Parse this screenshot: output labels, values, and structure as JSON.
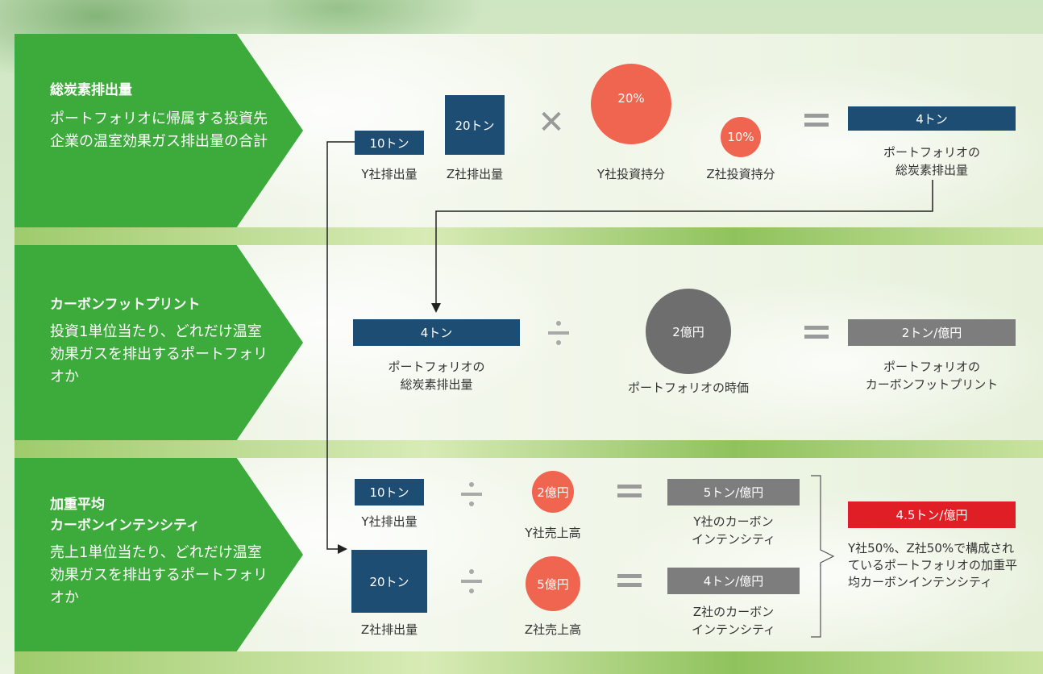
{
  "colors": {
    "chevron": "#3daa3c",
    "navy": "#1e4d73",
    "gray": "#7d7d7d",
    "red": "#e01e25",
    "coral": "#f0654f"
  },
  "section1": {
    "title": "総炭素排出量",
    "desc": "ポートフォリオに帰属する投資先企業の温室効果ガス排出量の合計",
    "y_emission": "10トン",
    "y_emission_label": "Y社排出量",
    "z_emission": "20トン",
    "z_emission_label": "Z社排出量",
    "multiply": "✕",
    "y_share": "20%",
    "y_share_label": "Y社投資持分",
    "z_share": "10%",
    "z_share_label": "Z社投資持分",
    "result": "4トン",
    "result_label_1": "ポートフォリオの",
    "result_label_2": "総炭素排出量"
  },
  "section2": {
    "title": "カーボンフットプリント",
    "desc": "投資1単位当たり、どれだけ温室効果ガスを排出するポートフォリオか",
    "emission": "4トン",
    "emission_label_1": "ポートフォリオの",
    "emission_label_2": "総炭素排出量",
    "market_value": "2億円",
    "market_value_label": "ポートフォリオの時価",
    "result": "2トン/億円",
    "result_label_1": "ポートフォリオの",
    "result_label_2": "カーボンフットプリント"
  },
  "section3": {
    "title_1": "加重平均",
    "title_2": "カーボンインテンシティ",
    "desc": "売上1単位当たり、どれだけ温室効果ガスを排出するポートフォリオか",
    "y_emission": "10トン",
    "y_emission_label": "Y社排出量",
    "y_sales": "2億円",
    "y_sales_label": "Y社売上高",
    "y_intensity": "5トン/億円",
    "y_intensity_label_1": "Y社のカーボン",
    "y_intensity_label_2": "インテンシティ",
    "z_emission": "20トン",
    "z_emission_label": "Z社排出量",
    "z_sales": "5億円",
    "z_sales_label": "Z社売上高",
    "z_intensity": "4トン/億円",
    "z_intensity_label_1": "Z社のカーボン",
    "z_intensity_label_2": "インテンシティ",
    "result": "4.5トン/億円",
    "result_desc": "Y社50%、Z社50%で構成されているポートフォリオの加重平均カーボンインテンシティ"
  }
}
